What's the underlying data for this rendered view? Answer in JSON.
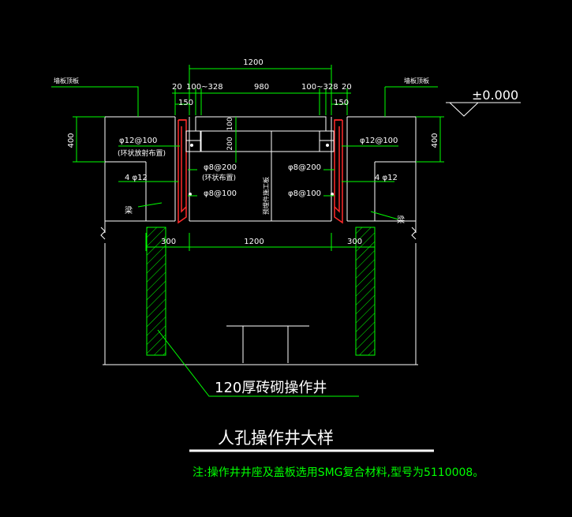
{
  "title": "人孔操作井大样",
  "note": "注:操作井井座及盖板选用SMG复合材料,型号为5110008。",
  "wall_label": "120厚砖砌操作井",
  "elevation": "±0.000",
  "left_top_label": "墙板顶板",
  "right_top_label": "墙板顶板",
  "center_vertical_label": "预埋件施工板",
  "dims": {
    "top_total": "1200",
    "d20_left": "20",
    "d100_328_left": "100~328",
    "d980": "980",
    "d100_328_right": "100~328",
    "d20_right": "20",
    "d150_left": "150",
    "d150_right": "150",
    "d400_left": "400",
    "d400_right": "400",
    "d100_slab": "100",
    "d200_slab": "200",
    "d300_left": "300",
    "d1200_bottom": "1200",
    "d300_right": "300"
  },
  "rebar": {
    "left_main": "φ12@100",
    "left_main_sub": "(环状放射布置)",
    "left_4phi12": "4 φ12",
    "left_phi8_200": "φ8@200",
    "left_phi8_200_sub": "(环状布置)",
    "left_phi8_100": "φ8@100",
    "right_main": "φ12@100",
    "right_4phi12": "4 φ12",
    "right_phi8_200": "φ8@200",
    "right_phi8_100": "φ8@100",
    "beam_left": "梁",
    "beam_right": "梁"
  },
  "colors": {
    "background": "#000000",
    "line": "#ffffff",
    "dimension": "#00ff00",
    "rebar": "#ff2a2a",
    "title_underline": "#ffffff"
  }
}
